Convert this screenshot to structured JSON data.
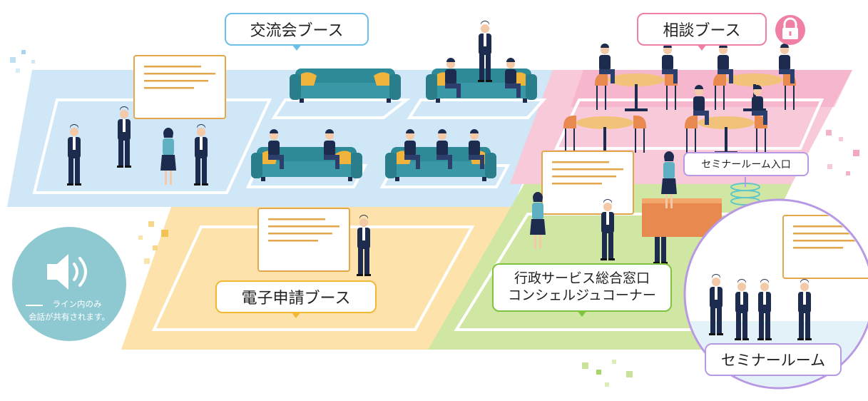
{
  "booths": {
    "koryu": "交流会ブース",
    "sodan": "相談ブース",
    "denshi": "電子申請ブース",
    "gyosei_line1": "行政サービス総合窓口",
    "gyosei_line2": "コンシェルジュコーナー",
    "seminar_entry": "セミナールーム入口",
    "seminar_room": "セミナールーム"
  },
  "audio_note": {
    "line1": "ライン内のみ",
    "line2": "会話が共有されます。",
    "icon": "speaker-icon"
  },
  "lock_icon": "lock-icon",
  "colors": {
    "koryu_floor": "#cfe7f7",
    "sodan_floor": "#f8c9d9",
    "denshi_floor": "#fde3ab",
    "gyosei_floor": "#cfe7a3",
    "seminar_border": "#b899e4",
    "audio_circle": "#8ec9d1",
    "sofa": "#2f8a98",
    "cushion": "#f0b43c",
    "navy": "#1d2b4f"
  }
}
